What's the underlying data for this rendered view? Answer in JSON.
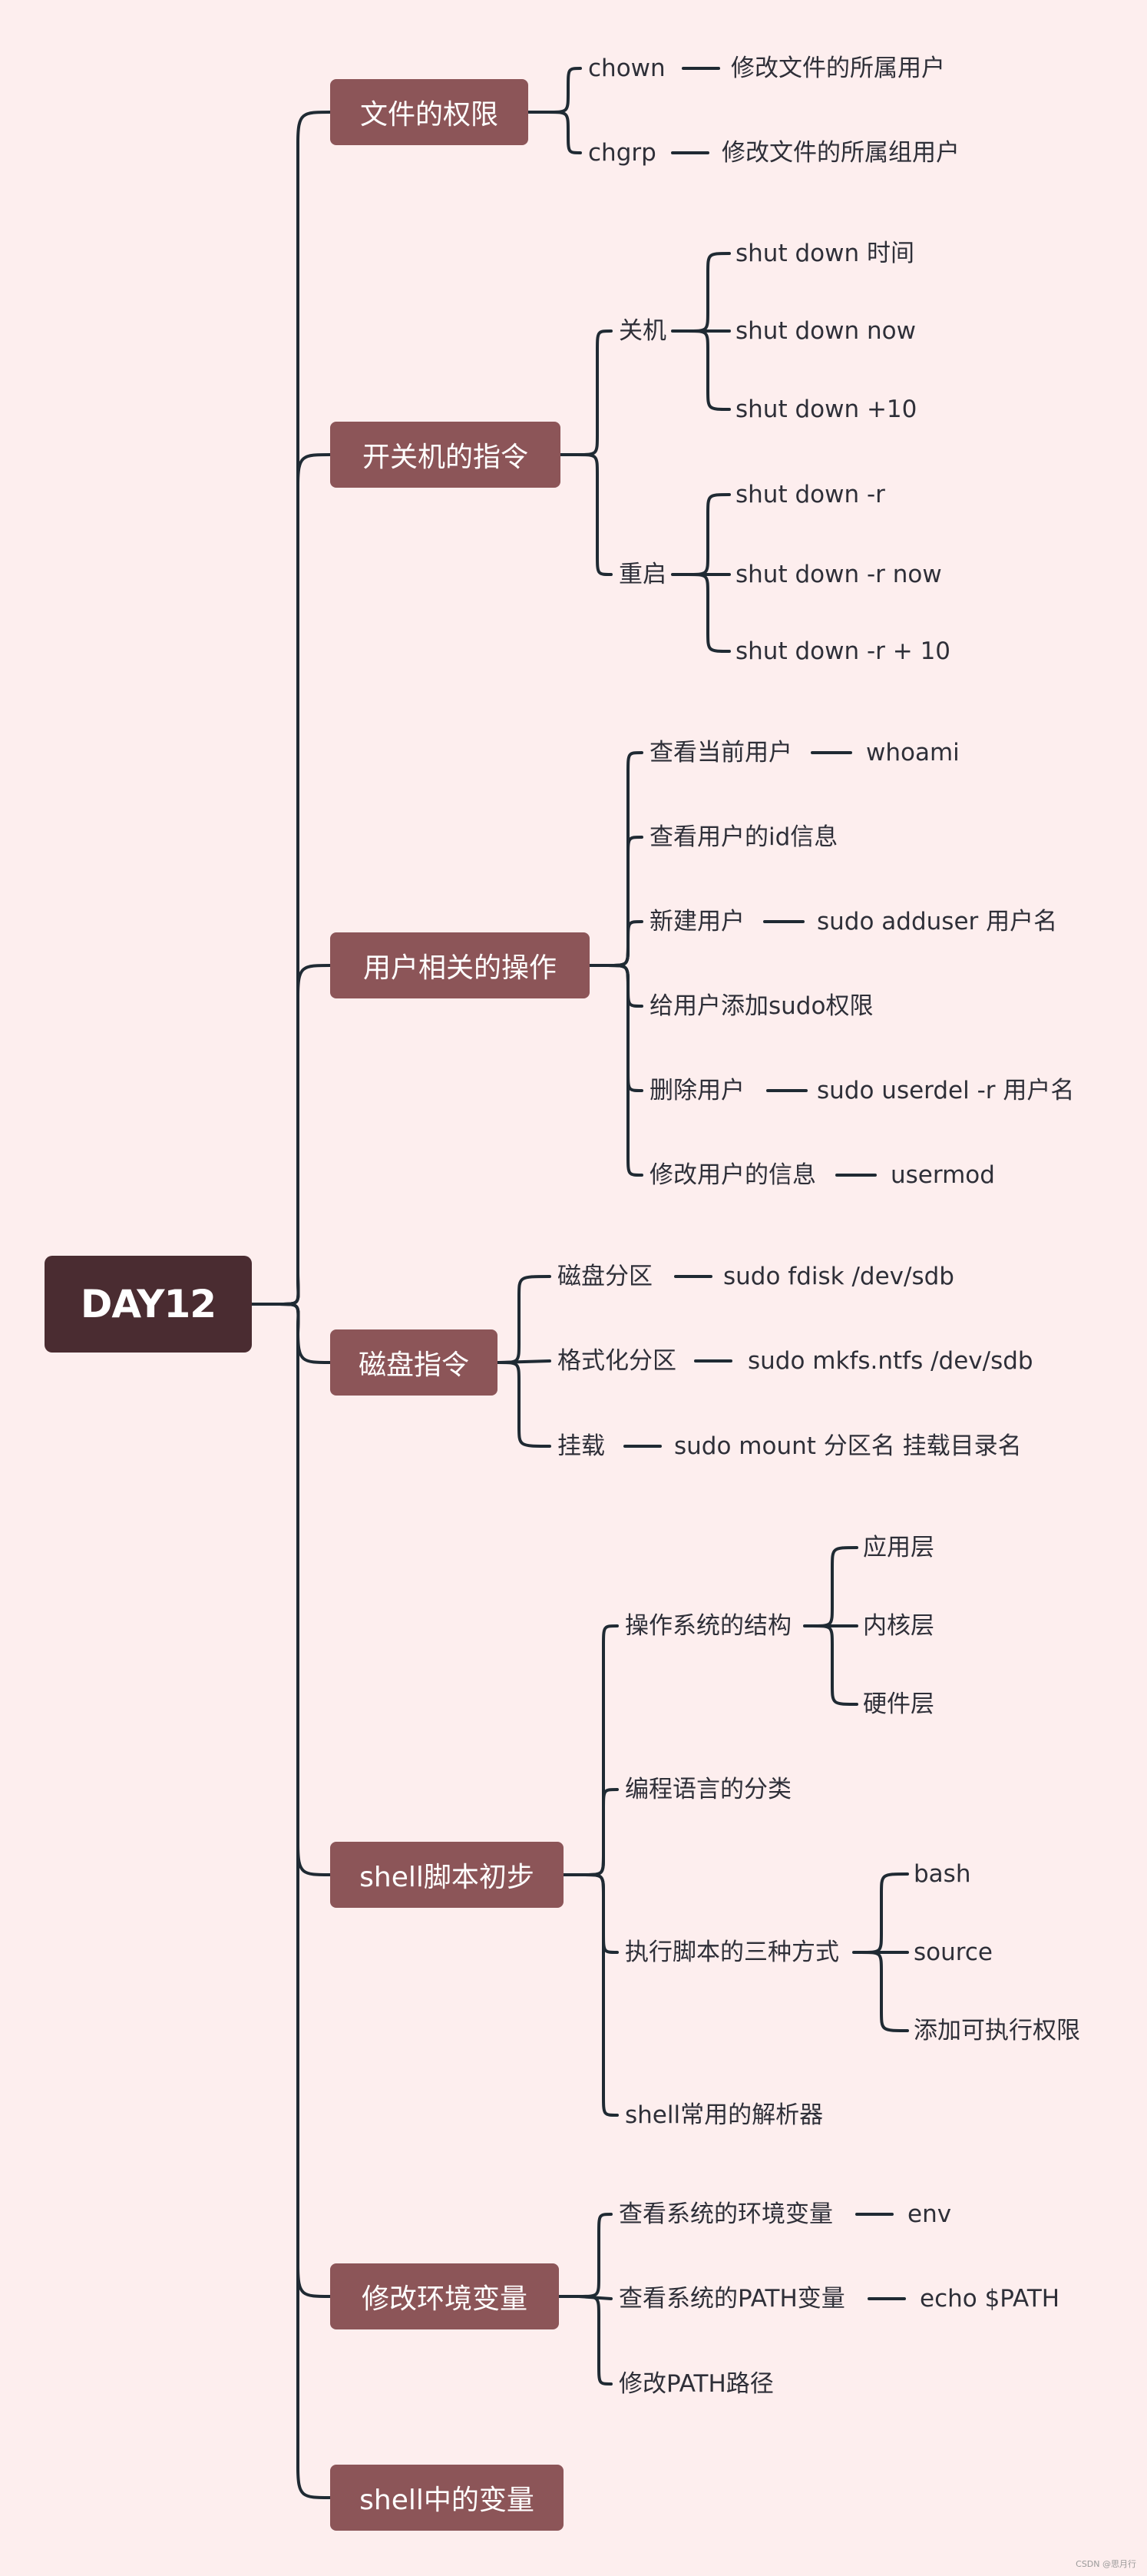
{
  "root": "DAY12",
  "branches": [
    {
      "label": "文件的权限",
      "children": [
        {
          "label": "chown",
          "detail": "修改文件的所属用户"
        },
        {
          "label": "chgrp",
          "detail": "修改文件的所属组用户"
        }
      ]
    },
    {
      "label": "开关机的指令",
      "children": [
        {
          "label": "关机",
          "items": [
            "shut down 时间",
            "shut down now",
            "shut down +10"
          ]
        },
        {
          "label": "重启",
          "items": [
            "shut down -r",
            "shut down -r now",
            "shut down -r + 10"
          ]
        }
      ]
    },
    {
      "label": "用户相关的操作",
      "children": [
        {
          "label": "查看当前用户",
          "detail": "whoami"
        },
        {
          "label": "查看用户的id信息"
        },
        {
          "label": "新建用户",
          "detail": "sudo adduser 用户名"
        },
        {
          "label": "给用户添加sudo权限"
        },
        {
          "label": "删除用户",
          "detail": "sudo userdel  -r 用户名"
        },
        {
          "label": "修改用户的信息",
          "detail": "usermod"
        }
      ]
    },
    {
      "label": "磁盘指令",
      "children": [
        {
          "label": "磁盘分区",
          "detail": "sudo fdisk /dev/sdb"
        },
        {
          "label": "格式化分区",
          "detail": "sudo mkfs.ntfs /dev/sdb"
        },
        {
          "label": "挂载",
          "detail": "sudo mount 分区名 挂载目录名"
        }
      ]
    },
    {
      "label": "shell脚本初步",
      "children": [
        {
          "label": "操作系统的结构",
          "items": [
            "应用层",
            "内核层",
            "硬件层"
          ]
        },
        {
          "label": "编程语言的分类"
        },
        {
          "label": "执行脚本的三种方式",
          "items": [
            "bash",
            "source",
            "添加可执行权限"
          ]
        },
        {
          "label": "shell常用的解析器"
        }
      ]
    },
    {
      "label": "修改环境变量",
      "children": [
        {
          "label": "查看系统的环境变量",
          "detail": "env"
        },
        {
          "label": "查看系统的PATH变量",
          "detail": "echo $PATH"
        },
        {
          "label": "修改PATH路径"
        }
      ]
    },
    {
      "label": "shell中的变量",
      "children": []
    }
  ],
  "watermark": "CSDN @思月行",
  "colors": {
    "background": "#fdeeee",
    "root": "#4a2c31",
    "branch": "#8c5558",
    "line": "#1f2a33",
    "text": "#2e2f38"
  }
}
